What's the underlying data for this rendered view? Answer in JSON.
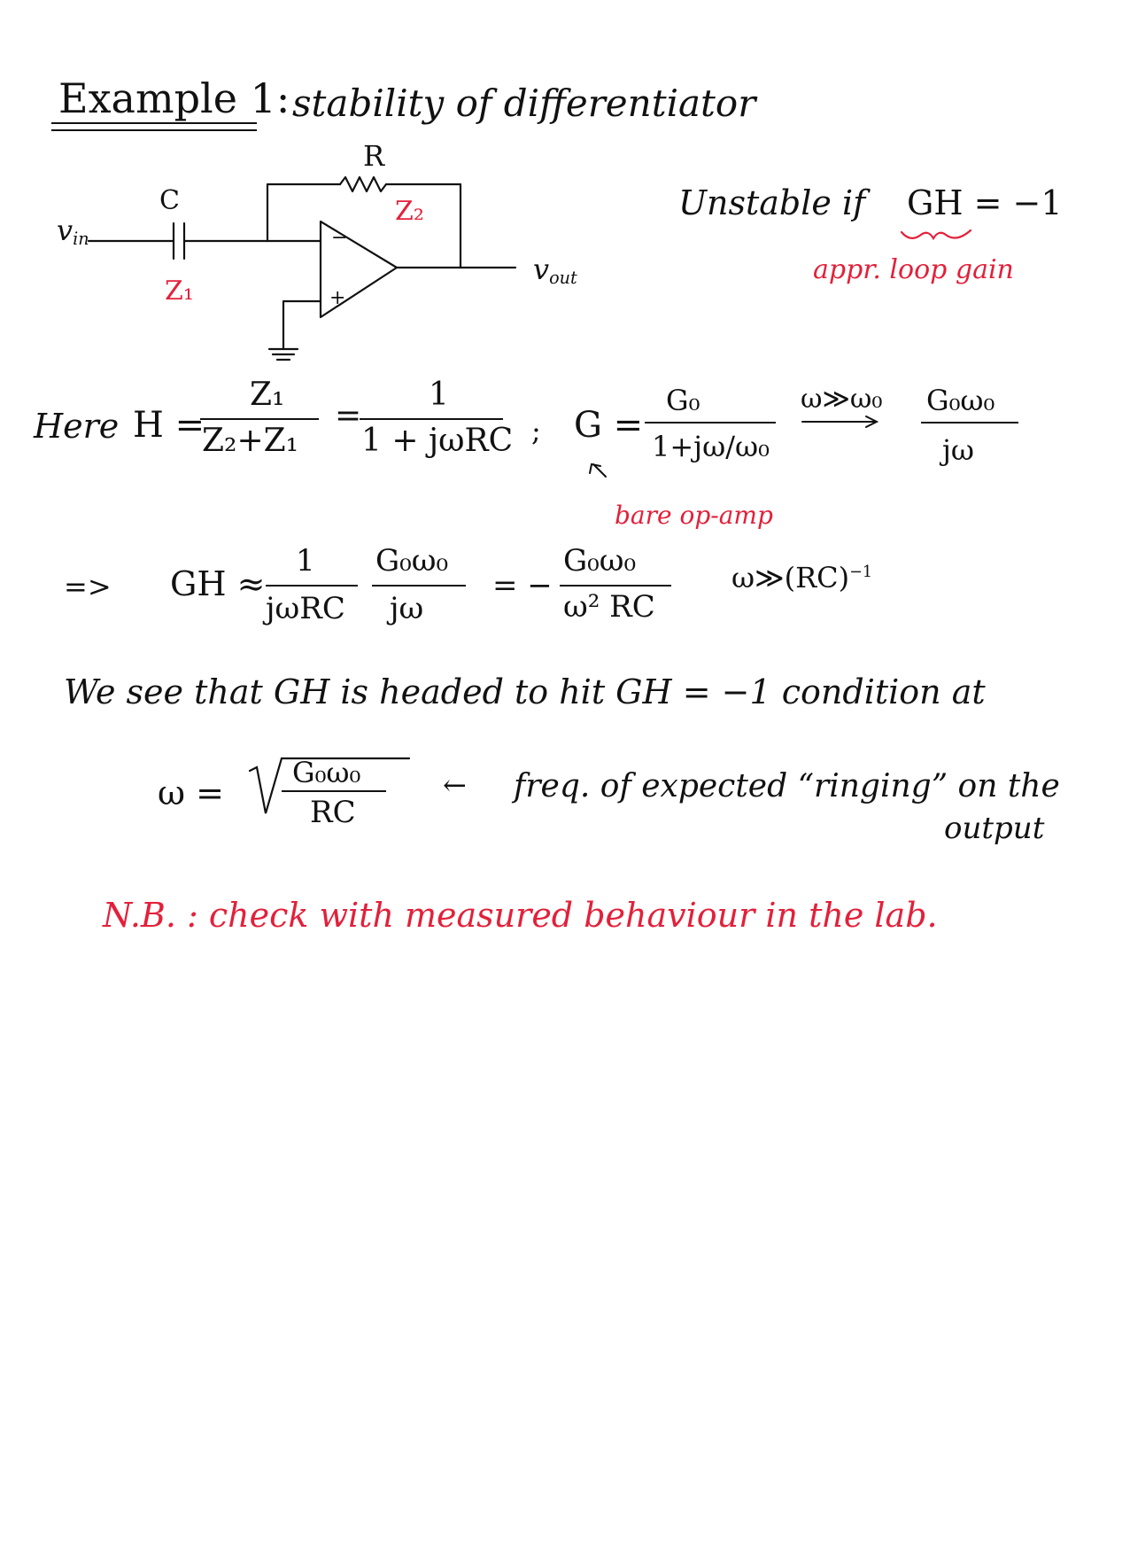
{
  "title": {
    "example": "Example 1",
    "colon": ":",
    "topic": "stability of differentiator"
  },
  "circuit": {
    "label_R": "R",
    "label_Z2": "Z₂",
    "label_C": "C",
    "label_Z1": "Z₁",
    "label_vin": "v",
    "label_vin_sub": "in",
    "label_vout": "v",
    "label_vout_sub": "out",
    "minus": "−",
    "plus": "+"
  },
  "unstable": {
    "text": "Unstable if",
    "condition": "GH = −1",
    "note": "appr. loop gain"
  },
  "here": {
    "lead": "Here",
    "H_eq": "H =",
    "frac1_num": "Z₁",
    "frac1_den": "Z₂+Z₁",
    "eq": "=",
    "frac2_num": "1",
    "frac2_den": "1 + jωRC",
    "semicolon": ";",
    "G_eq": "G =",
    "frac3_num": "G₀",
    "frac3_den": "1+jω/ω₀",
    "limit": "ω≫ω₀",
    "frac4_num": "G₀ω₀",
    "frac4_den": "jω",
    "bare": "bare op-amp"
  },
  "gh": {
    "implies": "=>",
    "lhs": "GH ≈",
    "f1_num": "1",
    "f1_den": "jωRC",
    "f2_num": "G₀ω₀",
    "f2_den": "jω",
    "eq": "= −",
    "f3_num": "G₀ω₀",
    "f3_den": "ω² RC",
    "cond": "ω≫(RC)",
    "cond_sup": "−1"
  },
  "body": {
    "sentence": "We see that GH is headed to hit GH = −1 condition at"
  },
  "omega": {
    "lhs": "ω =",
    "num": "G₀ω₀",
    "den": "RC",
    "arrow": "←",
    "desc": "freq. of expected “ringing” on the",
    "desc2": "output"
  },
  "nb": {
    "text": "N.B. : check with measured behaviour in the lab."
  },
  "colors": {
    "ink": "#111111",
    "red_ink": "#e3203a"
  }
}
